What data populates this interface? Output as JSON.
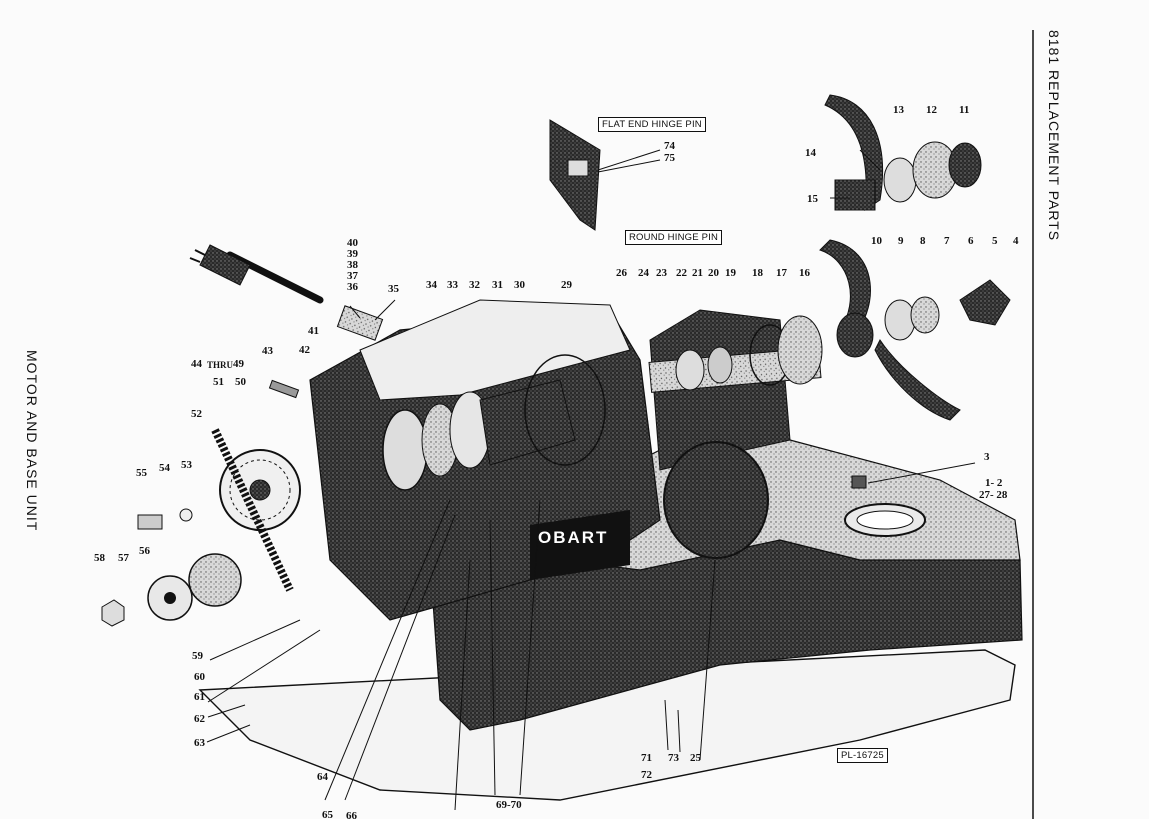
{
  "page_header": "8181 REPLACEMENT PARTS",
  "section_title": "MOTOR AND BASE UNIT",
  "brand": "OBART",
  "plate_id": "PL-16725",
  "callouts": {
    "flat_end_hinge_pin": "FLAT END HINGE PIN",
    "round_hinge_pin": "ROUND HINGE PIN",
    "thru_word": "THRU"
  },
  "parts": {
    "p1_2": "1- 2",
    "p27_28": "27- 28",
    "p3": "3",
    "p4": "4",
    "p5": "5",
    "p6": "6",
    "p7": "7",
    "p8": "8",
    "p9": "9",
    "p10": "10",
    "p11": "11",
    "p12": "12",
    "p13": "13",
    "p14": "14",
    "p15": "15",
    "p16": "16",
    "p17": "17",
    "p18": "18",
    "p19": "19",
    "p20": "20",
    "p21": "21",
    "p22": "22",
    "p23": "23",
    "p24": "24",
    "p25": "25",
    "p26": "26",
    "p29": "29",
    "p30": "30",
    "p31": "31",
    "p32": "32",
    "p33": "33",
    "p34": "34",
    "p35": "35",
    "p36": "36",
    "p37": "37",
    "p38": "38",
    "p39": "39",
    "p40": "40",
    "p41": "41",
    "p42": "42",
    "p43": "43",
    "p44": "44",
    "p49": "49",
    "p50": "50",
    "p51": "51",
    "p52": "52",
    "p53": "53",
    "p54": "54",
    "p55": "55",
    "p56": "56",
    "p57": "57",
    "p58": "58",
    "p59": "59",
    "p60": "60",
    "p61": "61",
    "p62": "62",
    "p63": "63",
    "p64": "64",
    "p65": "65",
    "p66": "66",
    "p69_70": "69-70",
    "p71": "71",
    "p72": "72",
    "p73": "73",
    "p74": "74",
    "p75": "75"
  }
}
